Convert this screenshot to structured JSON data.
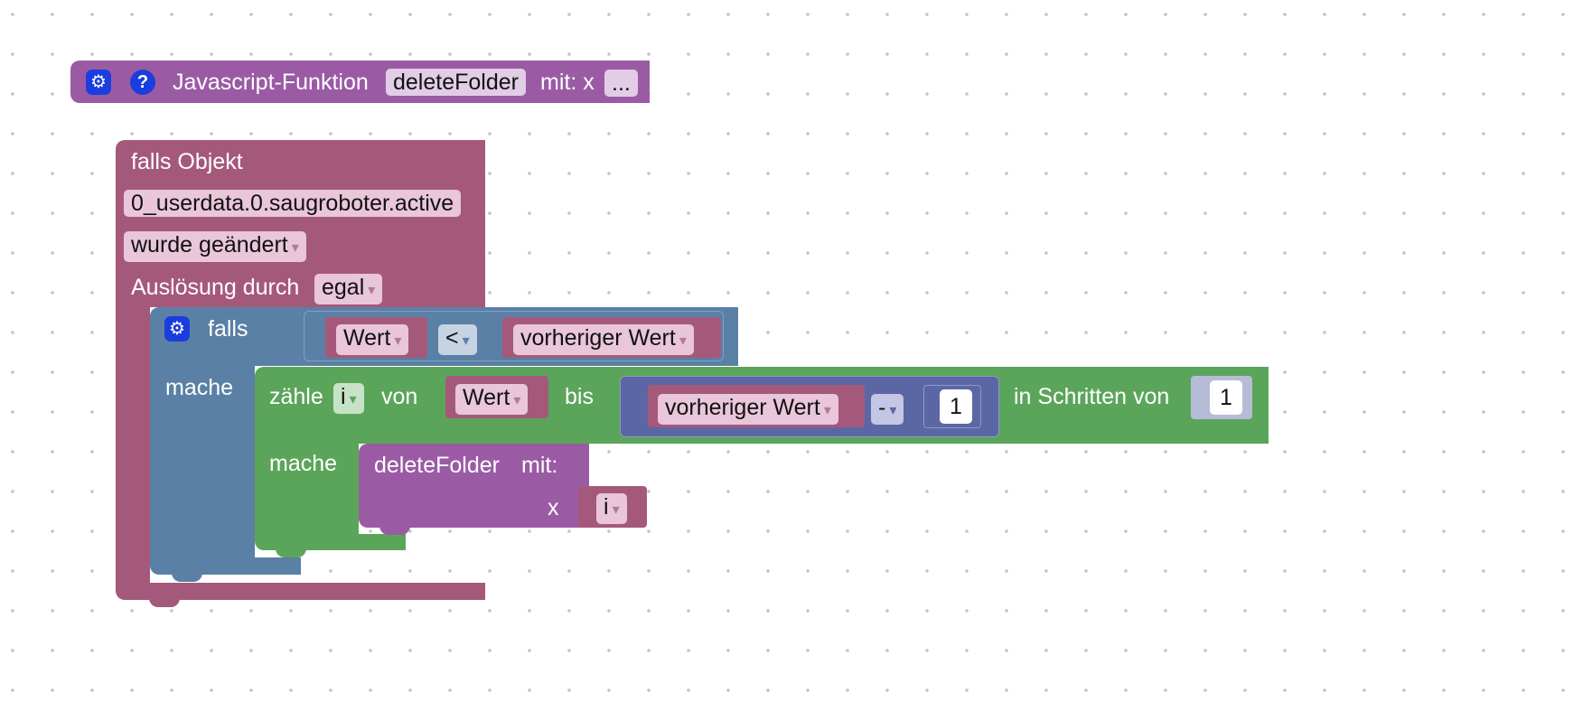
{
  "function_block": {
    "title": "Javascript-Funktion",
    "name": "deleteFolder",
    "args_label": "mit: x",
    "more_label": "...",
    "gear_icon": "gear-icon",
    "help_icon": "question-icon",
    "help_glyph": "?"
  },
  "trigger_block": {
    "header": "falls Objekt",
    "object_id": "0_userdata.0.saugroboter.active",
    "event": "wurde geändert",
    "cause_label": "Auslösung durch",
    "cause_value": "egal"
  },
  "if_block": {
    "label": "falls",
    "do_label": "mache",
    "left": "Wert",
    "operator": "<",
    "right": "vorheriger Wert"
  },
  "loop_block": {
    "count_label": "zähle",
    "var": "i",
    "from_label": "von",
    "from_value": "Wert",
    "to_label": "bis",
    "to_left": "vorheriger Wert",
    "to_op": "-",
    "to_num": "1",
    "step_label": "in Schritten von",
    "step_num": "1",
    "do_label": "mache"
  },
  "call_block": {
    "name": "deleteFolder",
    "mit_label": "mit:",
    "param": "x",
    "param_value": "i"
  },
  "dropdown_glyph": "▾",
  "gear_glyph": "⚙",
  "colors": {
    "procedure": "#9a5ba4",
    "trigger": "#a5597a",
    "logic": "#5b80a5",
    "loop": "#5ba55b",
    "math": "#5b67a5"
  }
}
